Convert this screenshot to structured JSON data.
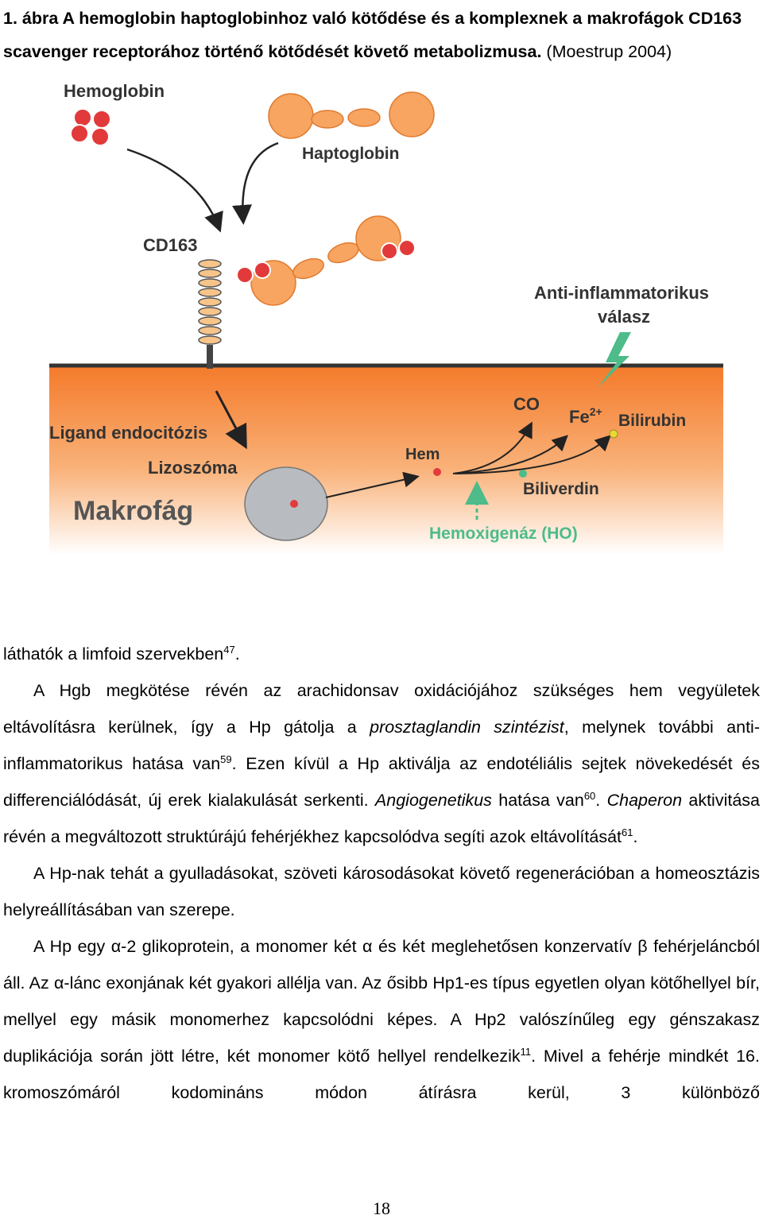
{
  "caption": {
    "bold": "1. ábra A hemoglobin haptoglobinhoz való kötődése és a komplexnek a makrofágok CD163 scavenger receptorához történő kötődését követő metabolizmusa.",
    "source": "(Moestrup 2004)"
  },
  "figure": {
    "labels": {
      "hemoglobin": "Hemoglobin",
      "haptoglobin": "Haptoglobin",
      "cd163": "CD163",
      "anti_inflammatory": "Anti-inflammatorikus",
      "valasz": "válasz",
      "ligand": "Ligand endocitózis",
      "lizoszoma": "Lizoszóma",
      "makrofag": "Makrofág",
      "hem": "Hem",
      "co": "CO",
      "fe": "Fe",
      "fe_sup": "2+",
      "bilirubin": "Bilirubin",
      "biliverdin": "Biliverdin",
      "hemoxigenaz": "Hemoxigenáz (HO)"
    },
    "colors": {
      "orange_top": "#f47a2a",
      "orange_bottom": "#fde7d2",
      "hp": "#f7a560",
      "hb": "#e23a3a",
      "lysosome": "#b8bcc0",
      "green": "#4dbb8a",
      "bilirubin_dot": "#e8d838"
    }
  },
  "body": {
    "p1": "láthatók a limfoid szervekben",
    "p1_sup": "47",
    "p2a": "A Hgb megkötése révén az arachidonsav oxidációjához szükséges hem vegyületek eltávolításra kerülnek, így a Hp gátolja a ",
    "p2_it1": "prosztaglandin szintézist",
    "p2b": ", melynek további anti-inflammatorikus hatása van",
    "p2_sup1": "59",
    "p2c": ". Ezen kívül a Hp aktiválja az endotéliális sejtek növekedését és differenciálódását, új erek kialakulását serkenti. ",
    "p2_it2": "Angiogenetikus",
    "p2d": " hatása van",
    "p2_sup2": "60",
    "p2e": ". ",
    "p2_it3": "Chaperon",
    "p2f": " aktivitása révén a megváltozott struktúrájú fehérjékhez kapcsolódva segíti azok eltávolítását",
    "p2_sup3": "61",
    "p2g": ".",
    "p3": "A Hp-nak tehát a gyulladásokat, szöveti károsodásokat követő regenerációban a homeosztázis helyreállításában van szerepe.",
    "p4a": "A Hp egy α-2 glikoprotein, a monomer két α és két meglehetősen konzervatív β fehérjeláncból áll. Az α-lánc exonjának két gyakori allélja van. Az ősibb Hp1-es típus egyetlen olyan kötőhellyel bír, mellyel egy másik monomerhez kapcsolódni képes. A Hp2 valószínűleg egy génszakasz duplikációja során jött létre, két monomer kötő hellyel rendelkezik",
    "p4_sup": "11",
    "p4b": ". Mivel a fehérje mindkét 16. kromoszómáról kodomináns módon átírásra kerül, 3 különböző"
  },
  "page_number": "18"
}
